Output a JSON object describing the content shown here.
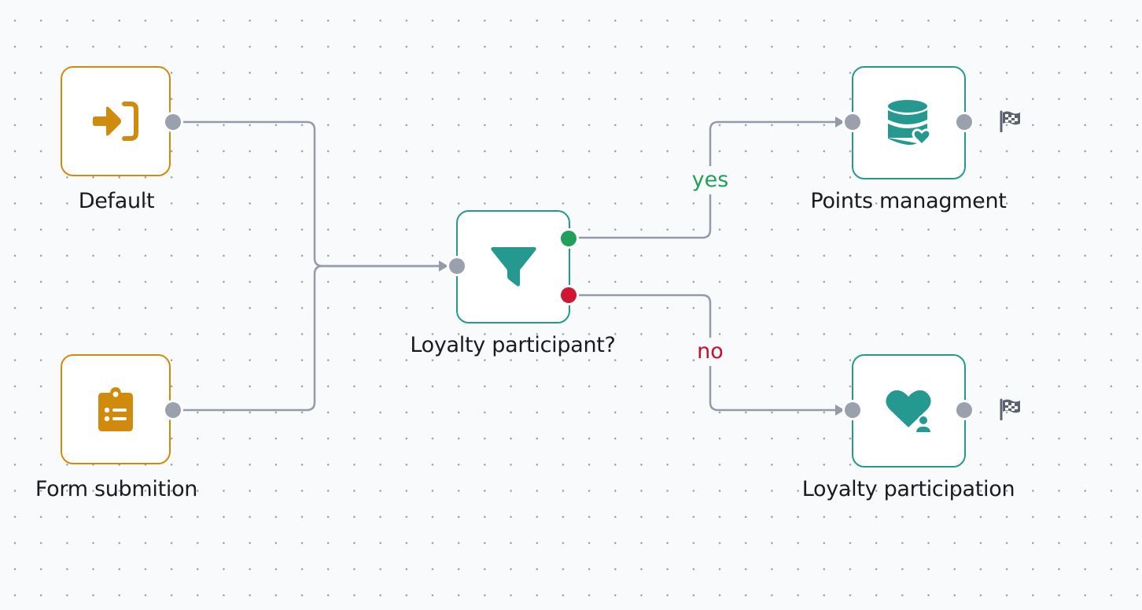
{
  "workflow": {
    "colors": {
      "trigger": "#d18b0c",
      "action": "#259990",
      "edge": "#959aa8",
      "port": "#9aa0ac",
      "yes": "#23a05a",
      "no": "#c8102e",
      "flag": "#5d6170"
    },
    "nodes": [
      {
        "id": "default",
        "type": "trigger",
        "label": "Default",
        "icon": "sign-in-arrow-icon"
      },
      {
        "id": "form",
        "type": "trigger",
        "label": "Form submition",
        "icon": "clipboard-list-icon"
      },
      {
        "id": "condition",
        "type": "action",
        "label": "Loyalty participant?",
        "icon": "filter-funnel-icon"
      },
      {
        "id": "points",
        "type": "action",
        "label": "Points managment",
        "icon": "database-heart-icon",
        "end_marker": "checkered-flag-icon"
      },
      {
        "id": "participation",
        "type": "action",
        "label": "Loyalty participation",
        "icon": "heart-user-icon",
        "end_marker": "checkered-flag-icon"
      }
    ],
    "edges": [
      {
        "from": "default",
        "to": "condition",
        "label": ""
      },
      {
        "from": "form",
        "to": "condition",
        "label": ""
      },
      {
        "from": "condition",
        "to": "points",
        "branch": "yes",
        "label": "yes"
      },
      {
        "from": "condition",
        "to": "participation",
        "branch": "no",
        "label": "no"
      }
    ]
  }
}
